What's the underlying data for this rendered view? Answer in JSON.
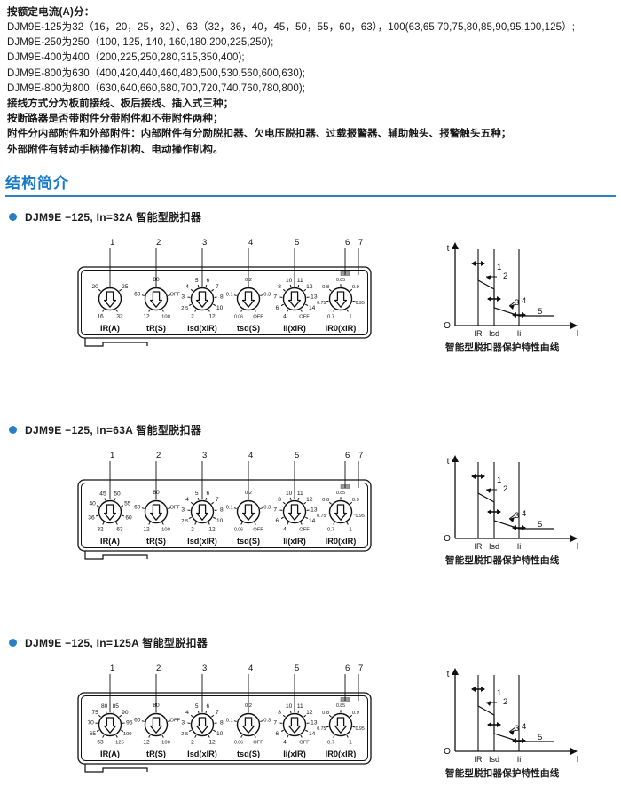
{
  "intro": {
    "title": "按额定电流(A)分：",
    "lines": [
      {
        "text": "DJM9E-125为32（16，20，25，32）、63（32，36，40，45，50，55，60，63），100(63,65,70,75,80,85,90,95,100,125）;",
        "bold": false
      },
      {
        "text": "DJM9E-250为250（100, 125, 140, 160,180,200,225,250);",
        "bold": false
      },
      {
        "text": "DJM9E-400为400（200,225,250,280,315,350,400);",
        "bold": false
      },
      {
        "text": "DJM9E-800为630（400,420,440,460,480,500,530,560,600,630);",
        "bold": false
      },
      {
        "text": "DJM9E-800为800（630,640,660,680,700,720,740,760,780,800);",
        "bold": false
      },
      {
        "text": "接线方式分为板前接线、板后接线、插入式三种；",
        "bold": true
      },
      {
        "text": "按断路器是否带附件分带附件和不带附件两种；",
        "bold": true
      },
      {
        "text": "附件分内部附件和外部附件：内部附件有分励脱扣器、欠电压脱扣器、过载报警器、辅助触头、报警触头五种；",
        "bold": true
      },
      {
        "text": "外部附件有转动手柄操作机构、电动操作机构。",
        "bold": true
      }
    ]
  },
  "section": {
    "heading": "结构简介",
    "accent": "#1878c8",
    "rule_color": "#2f80c4"
  },
  "blocks": [
    {
      "title": "DJM9E −125, In=32A  智能型脱扣器",
      "leaders": [
        "1",
        "2",
        "3",
        "4",
        "5",
        "6",
        "7"
      ],
      "dials": [
        {
          "label": "IR(A)",
          "marks": [
            "16",
            "20",
            "25",
            "32"
          ]
        },
        {
          "label": "tR(S)",
          "marks": [
            "12",
            "60",
            "80",
            "OFF",
            "100"
          ]
        },
        {
          "label": "Isd(xIR)",
          "marks": [
            "2",
            "2.5",
            "3",
            "4",
            "5",
            "6",
            "7",
            "8",
            "10",
            "12"
          ]
        },
        {
          "label": "tsd(S)",
          "marks": [
            "0.06",
            "0.1",
            "0.2",
            "0.3",
            "OFF"
          ]
        },
        {
          "label": "Ii(xIR)",
          "marks": [
            "4",
            "6",
            "7",
            "8",
            "10",
            "11",
            "12",
            "13",
            "14",
            "OFF"
          ]
        },
        {
          "label": "IR0(xIR)",
          "marks": [
            "0.7",
            "0.75",
            "0.8",
            "0.85",
            "0.9",
            "0.95",
            "1"
          ]
        }
      ],
      "curve": {
        "t_label": "t",
        "i_label": "I",
        "origin_label": "O",
        "x_ticks": [
          "IR",
          "Isd",
          "Ii"
        ],
        "annotations": [
          "1",
          "2",
          "3",
          "4",
          "5"
        ],
        "caption": "智能型脱扣器保护特性曲线"
      }
    },
    {
      "title": "DJM9E −125, In=63A  智能型脱扣器",
      "leaders": [
        "1",
        "2",
        "3",
        "4",
        "5",
        "6",
        "7"
      ],
      "dials": [
        {
          "label": "IR(A)",
          "marks": [
            "32",
            "36",
            "40",
            "45",
            "50",
            "55",
            "60",
            "63"
          ]
        },
        {
          "label": "tR(S)",
          "marks": [
            "12",
            "60",
            "80",
            "OFF",
            "100"
          ]
        },
        {
          "label": "Isd(xIR)",
          "marks": [
            "2",
            "2.5",
            "3",
            "4",
            "5",
            "6",
            "7",
            "8",
            "10",
            "12"
          ]
        },
        {
          "label": "tsd(S)",
          "marks": [
            "0.06",
            "0.1",
            "0.2",
            "0.3",
            "OFF"
          ]
        },
        {
          "label": "Ii(xIR)",
          "marks": [
            "4",
            "6",
            "7",
            "8",
            "10",
            "11",
            "12",
            "13",
            "14",
            "OFF"
          ]
        },
        {
          "label": "IR0(xIR)",
          "marks": [
            "0.7",
            "0.75",
            "0.8",
            "0.85",
            "0.9",
            "0.95",
            "1"
          ]
        }
      ],
      "curve": {
        "t_label": "t",
        "i_label": "I",
        "origin_label": "O",
        "x_ticks": [
          "IR",
          "Isd",
          "Ii"
        ],
        "annotations": [
          "1",
          "2",
          "3",
          "4",
          "5"
        ],
        "caption": "智能型脱扣器保护特性曲线"
      }
    },
    {
      "title": "DJM9E −125, In=125A  智能型脱扣器",
      "leaders": [
        "1",
        "2",
        "3",
        "4",
        "5",
        "6",
        "7"
      ],
      "dials": [
        {
          "label": "IR(A)",
          "marks": [
            "63",
            "65",
            "70",
            "75",
            "80",
            "85",
            "90",
            "95",
            "100",
            "125"
          ]
        },
        {
          "label": "tR(S)",
          "marks": [
            "12",
            "60",
            "80",
            "OFF",
            "100"
          ]
        },
        {
          "label": "Isd(xIR)",
          "marks": [
            "2",
            "2.5",
            "3",
            "4",
            "5",
            "6",
            "7",
            "8",
            "10",
            "12"
          ]
        },
        {
          "label": "tsd(S)",
          "marks": [
            "0.06",
            "0.1",
            "0.2",
            "0.3",
            "OFF"
          ]
        },
        {
          "label": "Ii(xIR)",
          "marks": [
            "4",
            "6",
            "7",
            "8",
            "10",
            "11",
            "12",
            "13",
            "14",
            "OFF"
          ]
        },
        {
          "label": "IR0(xIR)",
          "marks": [
            "0.7",
            "0.75",
            "0.8",
            "0.85",
            "0.9",
            "0.95",
            "1"
          ]
        }
      ],
      "curve": {
        "t_label": "t",
        "i_label": "I",
        "origin_label": "O",
        "x_ticks": [
          "IR",
          "Isd",
          "Ii"
        ],
        "annotations": [
          "1",
          "2",
          "3",
          "4",
          "5"
        ],
        "caption": "智能型脱扣器保护特性曲线"
      }
    }
  ]
}
